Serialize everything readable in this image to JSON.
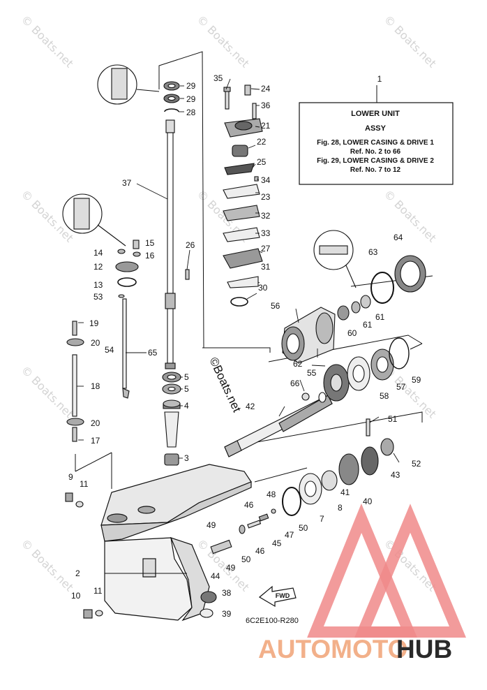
{
  "watermark_text": "© Boats.net",
  "center_watermark": "©Boats.net",
  "ref_box": {
    "number": "1",
    "line1": "LOWER UNIT",
    "line2": "ASSY",
    "line3": "Fig. 28, LOWER CASING & DRIVE 1",
    "line4": "Ref. No. 2 to 66",
    "line5": "Fig. 29, LOWER CASING & DRIVE 2",
    "line6": "Ref. No. 7 to 12"
  },
  "fwd_label": "FWD",
  "diagram_code": "6C2E100-R280",
  "brand": {
    "part1": "AUTOMOTO",
    "part2": "HUB",
    "color1": "#f2b08a",
    "color2": "#2a2a2a"
  },
  "logo_color": "#f08a8a",
  "callouts": [
    {
      "id": "c2",
      "label": "2"
    },
    {
      "id": "c3",
      "label": "3"
    },
    {
      "id": "c4",
      "label": "4"
    },
    {
      "id": "c5",
      "label": "5"
    },
    {
      "id": "c7",
      "label": "7"
    },
    {
      "id": "c8",
      "label": "8"
    },
    {
      "id": "c9",
      "label": "9"
    },
    {
      "id": "c10",
      "label": "10"
    },
    {
      "id": "c11a",
      "label": "11"
    },
    {
      "id": "c11b",
      "label": "11"
    },
    {
      "id": "c12",
      "label": "12"
    },
    {
      "id": "c13",
      "label": "13"
    },
    {
      "id": "c14",
      "label": "14"
    },
    {
      "id": "c15",
      "label": "15"
    },
    {
      "id": "c16",
      "label": "16"
    },
    {
      "id": "c17",
      "label": "17"
    },
    {
      "id": "c18",
      "label": "18"
    },
    {
      "id": "c19",
      "label": "19"
    },
    {
      "id": "c20a",
      "label": "20"
    },
    {
      "id": "c20b",
      "label": "20"
    },
    {
      "id": "c21",
      "label": "21"
    },
    {
      "id": "c22",
      "label": "22"
    },
    {
      "id": "c23",
      "label": "23"
    },
    {
      "id": "c24",
      "label": "24"
    },
    {
      "id": "c25",
      "label": "25"
    },
    {
      "id": "c26",
      "label": "26"
    },
    {
      "id": "c27",
      "label": "27"
    },
    {
      "id": "c28",
      "label": "28"
    },
    {
      "id": "c29a",
      "label": "29"
    },
    {
      "id": "c29b",
      "label": "29"
    },
    {
      "id": "c30",
      "label": "30"
    },
    {
      "id": "c31",
      "label": "31"
    },
    {
      "id": "c32",
      "label": "32"
    },
    {
      "id": "c33",
      "label": "33"
    },
    {
      "id": "c34",
      "label": "34"
    },
    {
      "id": "c35",
      "label": "35"
    },
    {
      "id": "c36",
      "label": "36"
    },
    {
      "id": "c37",
      "label": "37"
    },
    {
      "id": "c38",
      "label": "38"
    },
    {
      "id": "c39",
      "label": "39"
    },
    {
      "id": "c40",
      "label": "40"
    },
    {
      "id": "c41",
      "label": "41"
    },
    {
      "id": "c42",
      "label": "42"
    },
    {
      "id": "c43",
      "label": "43"
    },
    {
      "id": "c44",
      "label": "44"
    },
    {
      "id": "c45",
      "label": "45"
    },
    {
      "id": "c46a",
      "label": "46"
    },
    {
      "id": "c46b",
      "label": "46"
    },
    {
      "id": "c47",
      "label": "47"
    },
    {
      "id": "c48",
      "label": "48"
    },
    {
      "id": "c49a",
      "label": "49"
    },
    {
      "id": "c49b",
      "label": "49"
    },
    {
      "id": "c50a",
      "label": "50"
    },
    {
      "id": "c50b",
      "label": "50"
    },
    {
      "id": "c51",
      "label": "51"
    },
    {
      "id": "c52",
      "label": "52"
    },
    {
      "id": "c53",
      "label": "53"
    },
    {
      "id": "c54",
      "label": "54"
    },
    {
      "id": "c55",
      "label": "55"
    },
    {
      "id": "c56",
      "label": "56"
    },
    {
      "id": "c57",
      "label": "57"
    },
    {
      "id": "c58",
      "label": "58"
    },
    {
      "id": "c59",
      "label": "59"
    },
    {
      "id": "c60",
      "label": "60"
    },
    {
      "id": "c61a",
      "label": "61"
    },
    {
      "id": "c61b",
      "label": "61"
    },
    {
      "id": "c62",
      "label": "62"
    },
    {
      "id": "c63",
      "label": "63"
    },
    {
      "id": "c64",
      "label": "64"
    },
    {
      "id": "c65",
      "label": "65"
    },
    {
      "id": "c66",
      "label": "66"
    }
  ]
}
